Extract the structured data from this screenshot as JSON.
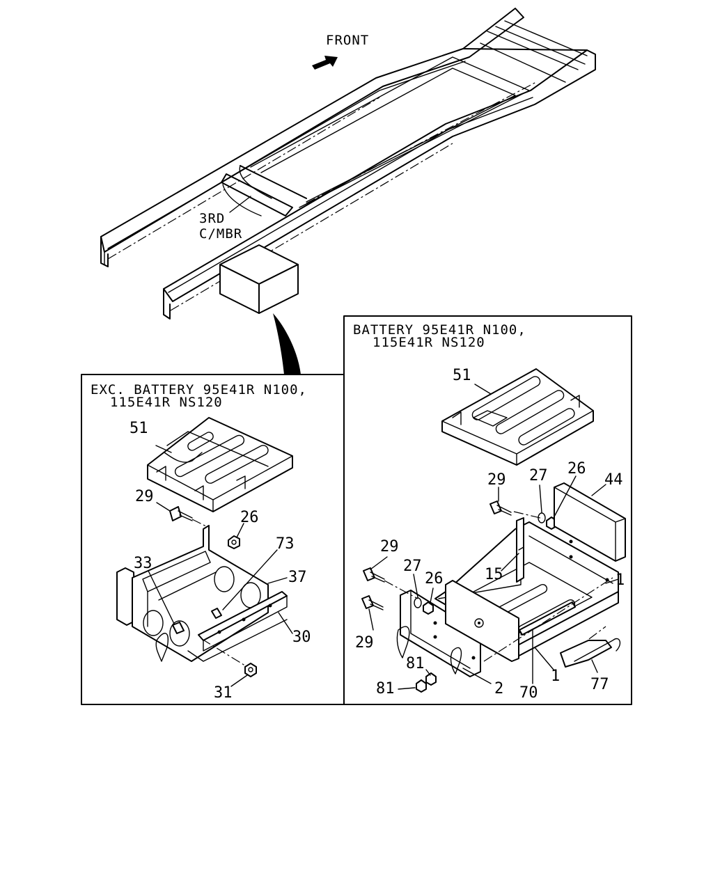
{
  "front_label": "FRONT",
  "crossmember_label": {
    "line1": "3RD",
    "line2": "C/MBR"
  },
  "left_panel": {
    "title_line1": "EXC. BATTERY 95E41R N100,",
    "title_line2": "115E41R NS120",
    "callouts": {
      "c51": "51",
      "c29": "29",
      "c26": "26",
      "c73": "73",
      "c33": "33",
      "c37": "37",
      "c30": "30",
      "c31": "31"
    }
  },
  "right_panel": {
    "title_line1": "BATTERY 95E41R N100,",
    "title_line2": "115E41R NS120",
    "callouts": {
      "c51": "51",
      "c29a": "29",
      "c27a": "27",
      "c26a": "26",
      "c44": "44",
      "c29b": "29",
      "c27b": "27",
      "c26b": "26",
      "c15": "15",
      "c1a": "1",
      "c29c": "29",
      "c81a": "81",
      "c81b": "81",
      "c2": "2",
      "c70": "70",
      "c1b": "1",
      "c77": "77"
    }
  }
}
